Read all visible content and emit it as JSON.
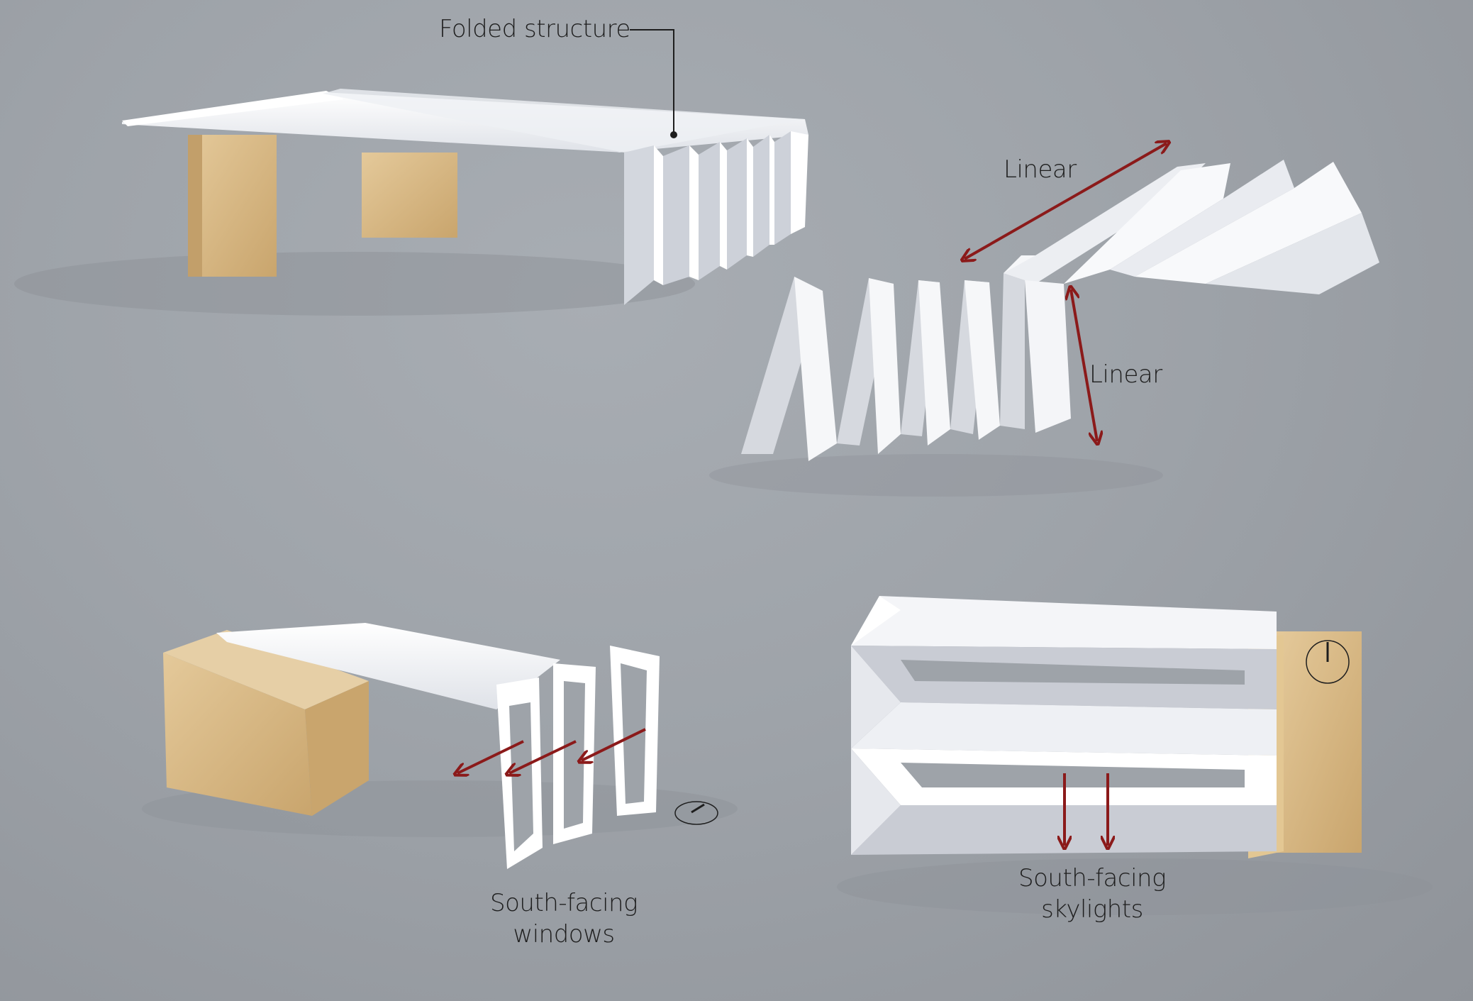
{
  "labels": {
    "folded_structure": "Folded structure",
    "linear_top": "Linear",
    "linear_right": "Linear",
    "south_windows_line1": "South-facing",
    "south_windows_line2": "windows",
    "south_skylights_line1": "South-facing",
    "south_skylights_line2": "skylights"
  },
  "colors": {
    "arrow": "#8b1a1a",
    "paper": "#f2f3f6",
    "paper_shade": "#c9ccd4",
    "wood": "#d9bc8b",
    "wood_dark": "#c9a56d",
    "leader": "#1e1e1e"
  },
  "icons": [
    "north-compass-icon",
    "north-compass-icon"
  ]
}
